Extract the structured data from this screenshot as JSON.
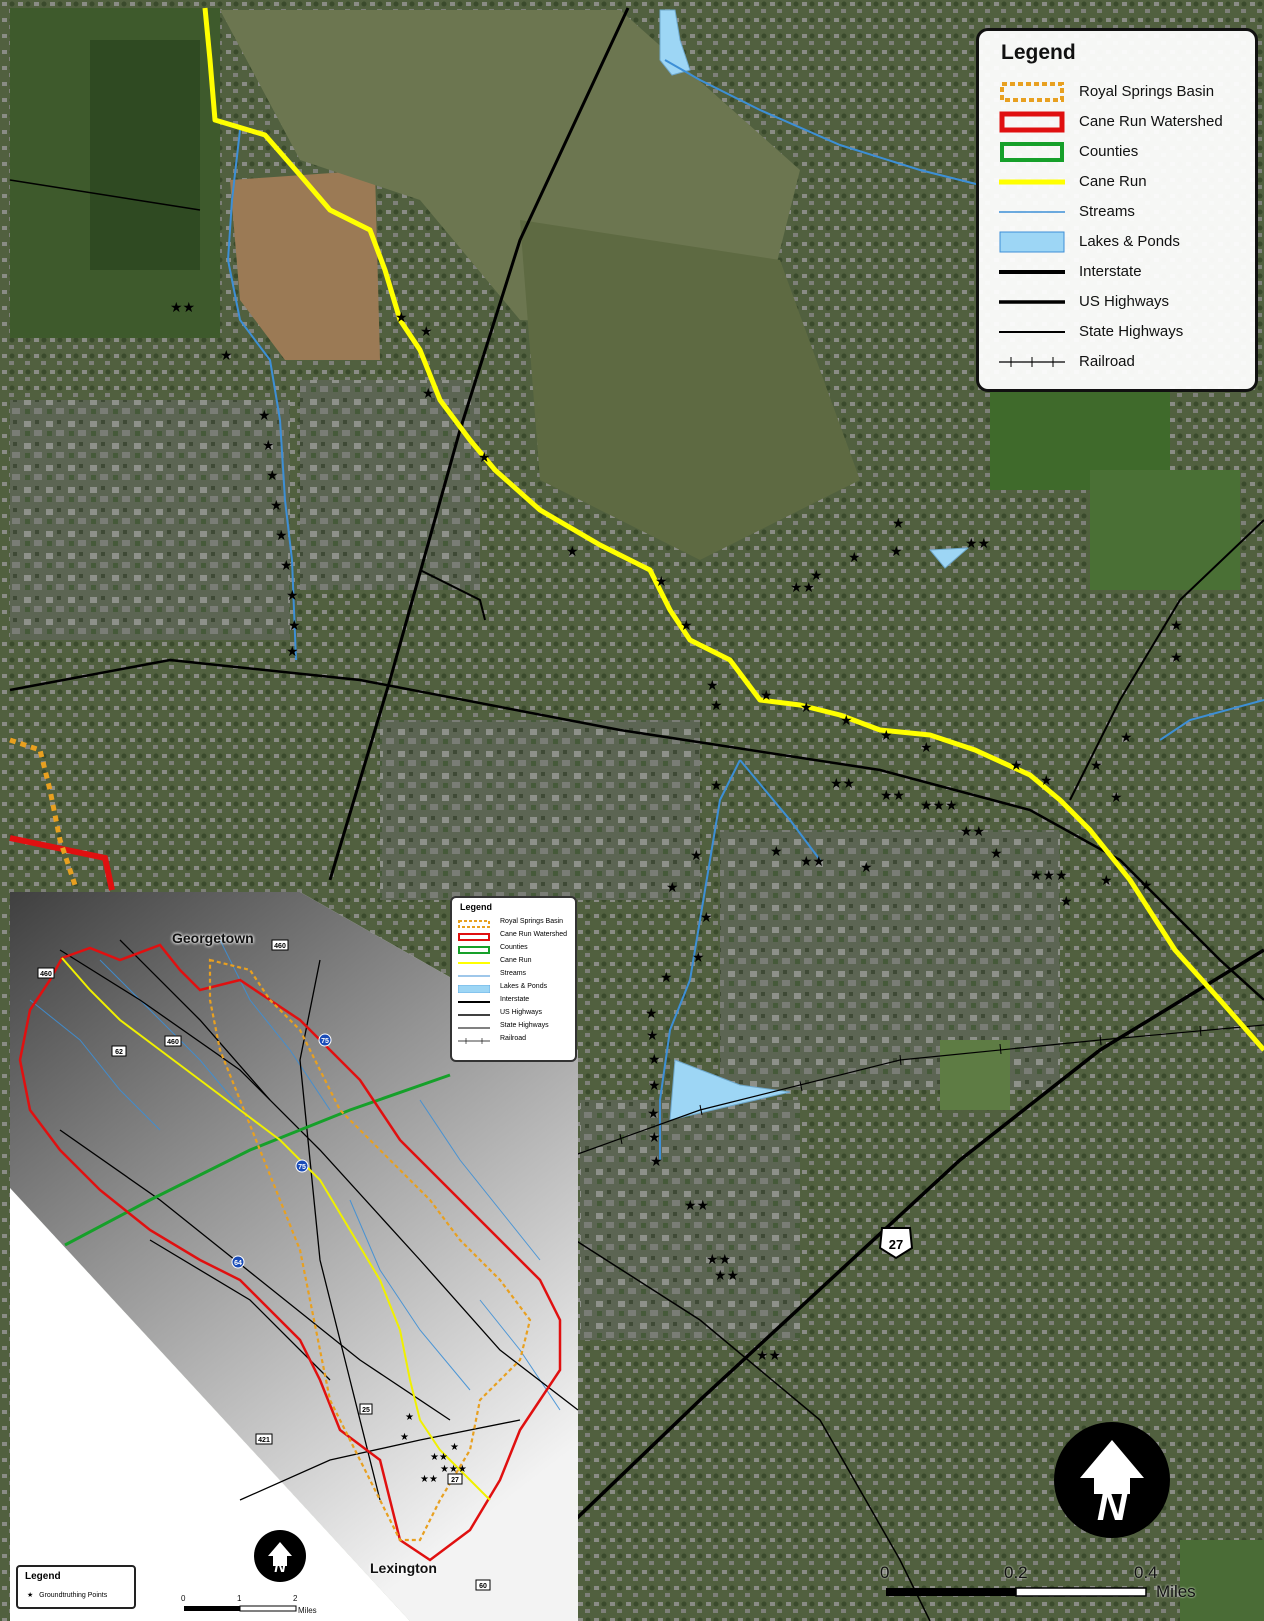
{
  "main_map": {
    "legend": {
      "title": "Legend",
      "items": [
        {
          "label": "Royal Springs Basin",
          "symbol": "dotted-orange-outline",
          "color": "#e8a020"
        },
        {
          "label": "Cane Run Watershed",
          "symbol": "red-outline",
          "color": "#e01010"
        },
        {
          "label": "Counties",
          "symbol": "green-outline",
          "color": "#16a02a"
        },
        {
          "label": "Cane Run",
          "symbol": "yellow-line",
          "color": "#ffff00"
        },
        {
          "label": "Streams",
          "symbol": "thin-blue-line",
          "color": "#3d8fd6"
        },
        {
          "label": "Lakes & Ponds",
          "symbol": "blue-fill",
          "color": "#9dd6f5"
        },
        {
          "label": "Interstate",
          "symbol": "thick-black-line",
          "color": "#000000"
        },
        {
          "label": "US Highways",
          "symbol": "thick-black-line",
          "color": "#000000"
        },
        {
          "label": "State Highways",
          "symbol": "black-line",
          "color": "#000000"
        },
        {
          "label": "Railroad",
          "symbol": "railroad-line",
          "color": "#000000"
        }
      ]
    },
    "route_shield": "27",
    "north_arrow_icon": "north-arrow-icon",
    "scale_bar": {
      "labels": [
        "0",
        "0.2",
        "0.4"
      ],
      "unit": "Miles"
    }
  },
  "inset_map": {
    "legend": {
      "title": "Legend",
      "items": [
        "Royal Springs Basin",
        "Cane Run Watershed",
        "Counties",
        "Cane Run",
        "Streams",
        "Lakes & Ponds",
        "Interstate",
        "US Highways",
        "State Highways",
        "Railroad"
      ]
    },
    "cities": [
      "Georgetown",
      "Lexington"
    ],
    "route_shields": [
      "460",
      "460",
      "62",
      "460",
      "75",
      "75",
      "64",
      "25",
      "421",
      "27",
      "60"
    ],
    "points_legend": {
      "title": "Legend",
      "item": "Groundtruthing Points"
    },
    "scale_bar": {
      "labels": [
        "0",
        "1",
        "2"
      ],
      "unit": "Miles"
    },
    "north_arrow_icon": "north-arrow-icon"
  },
  "colors": {
    "aerial_base": "#4b5a3a",
    "cane_run": "#ffff00",
    "watershed": "#e01010",
    "basin": "#e8a020",
    "county_line": "#16a02a",
    "streams": "#3d8fd6",
    "ponds": "#9dd6f5"
  }
}
